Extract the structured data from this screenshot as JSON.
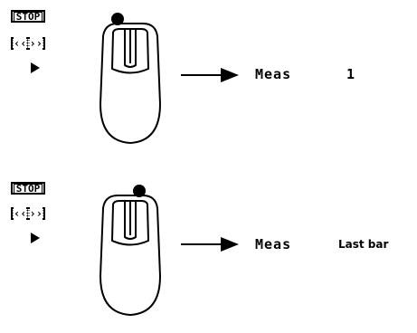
{
  "top_panel": {
    "stop_label": "STOP",
    "rewind_glyph": "‹‹",
    "forward_glyph": "››",
    "meas_label": "Meas",
    "meas_value": "1"
  },
  "bottom_panel": {
    "stop_label": "STOP",
    "rewind_glyph": "‹‹",
    "forward_glyph": "››",
    "meas_label": "Meas",
    "meas_value": "Last bar"
  },
  "icons": {
    "transport_play": "play-icon",
    "mouse": "mouse-icon",
    "arrow": "right-arrow-icon",
    "click_indicator": "click-dot-icon"
  },
  "colors": {
    "ink": "#000000",
    "paper": "#ffffff"
  }
}
